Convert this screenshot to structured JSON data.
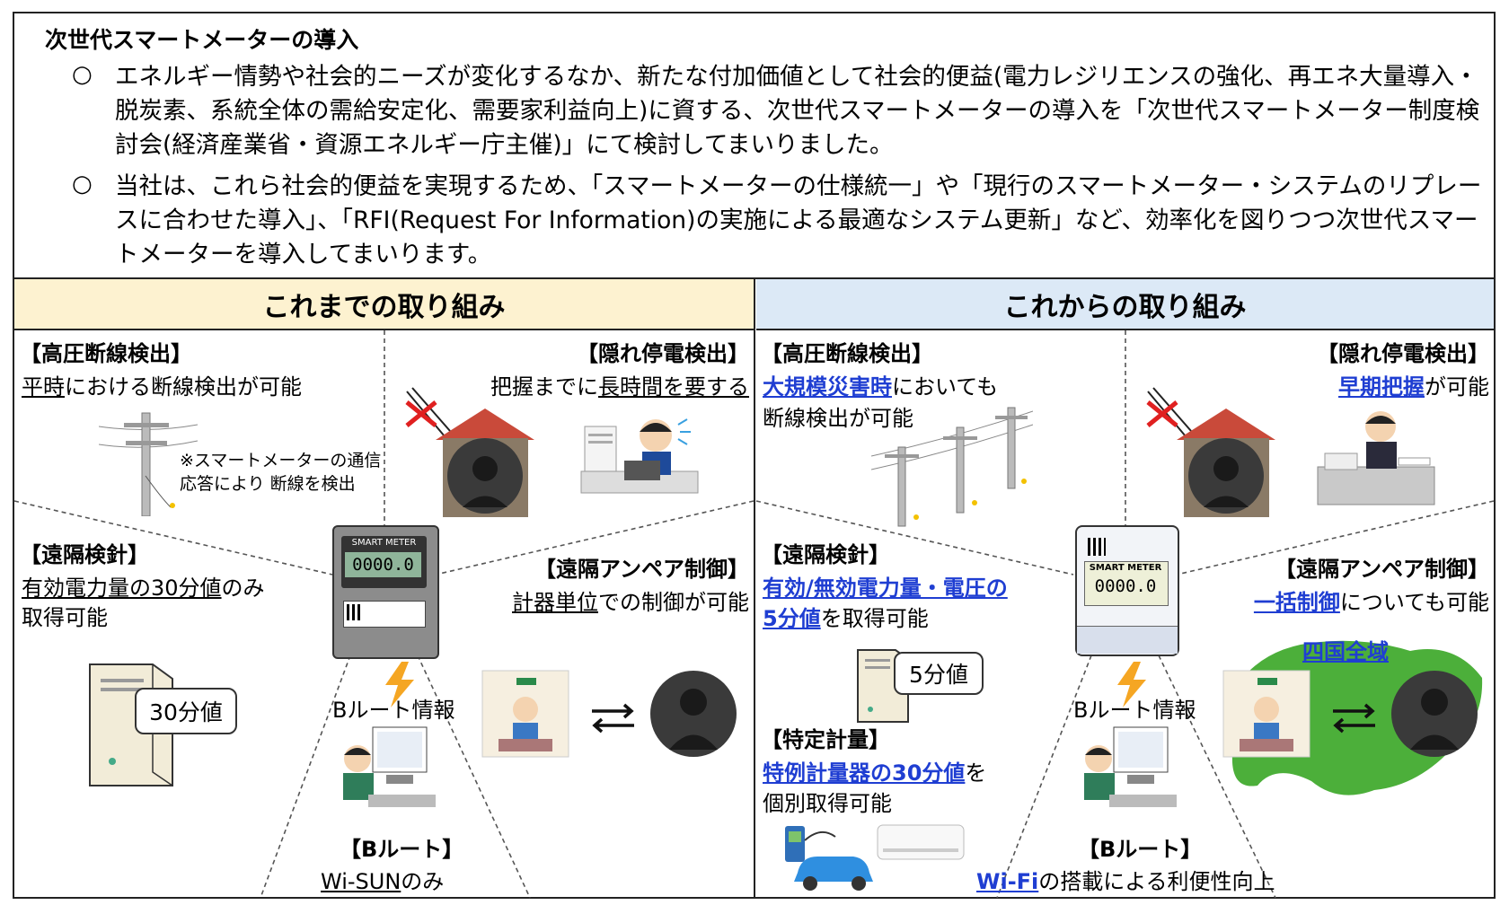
{
  "title": "次世代スマートメーターの導入",
  "bullets": [
    {
      "mark": "○",
      "text": "エネルギー情勢や社会的ニーズが変化するなか、新たな付加価値として社会的便益(電力レジリエンスの強化、再エネ大量導入・脱炭素、系統全体の需給安定化、需要家利益向上)に資する、次世代スマートメーターの導入を「次世代スマートメーター制度検討会(経済産業省・資源エネルギー庁主催)」にて検討してまいりました。"
    },
    {
      "mark": "○",
      "text": "当社は、これら社会的便益を実現するため、「スマートメーターの仕様統一」や「現行のスマートメーター・システムのリプレースに合わせた導入」、「RFI(Request For Information)の実施による最適なシステム更新」など、効率化を図りつつ次世代スマートメーターを導入してまいります。"
    }
  ],
  "left": {
    "header": "これまでの取り組み",
    "high_voltage": {
      "title": "【高圧断線検出】",
      "desc_u": "平時",
      "desc_rest": "における断線検出が可能",
      "note1": "※スマートメーターの通信",
      "note2": "応答により 断線を検出"
    },
    "hidden_outage": {
      "title": "【隠れ停電検出】",
      "desc_pre": "把握までに",
      "desc_u": "長時間を要する"
    },
    "remote_reading": {
      "title": "【遠隔検針】",
      "desc_u": "有効電力量の30分値",
      "desc_rest": "のみ",
      "desc2": "取得可能",
      "server_label": "30分値"
    },
    "remote_ampere": {
      "title": "【遠隔アンペア制御】",
      "desc_u": "計器単位",
      "desc_rest": "での制御が可能"
    },
    "meter": {
      "label": "SMART METER",
      "reading": "0000.0"
    },
    "b_route_info": "Bルート情報",
    "b_route": {
      "title": "【Bルート】",
      "desc_u": "Wi-SUN",
      "desc_rest": "のみ"
    }
  },
  "right": {
    "header": "これからの取り組み",
    "high_voltage": {
      "title": "【高圧断線検出】",
      "desc_blue": "大規模災害時",
      "desc_rest": "においても",
      "desc2": "断線検出が可能"
    },
    "hidden_outage": {
      "title": "【隠れ停電検出】",
      "desc_blue": "早期把握",
      "desc_rest": "が可能"
    },
    "remote_reading": {
      "title": "【遠隔検針】",
      "desc_blue1": "有効/無効電力量・電圧の",
      "desc_blue2": "5分値",
      "desc_rest": "を取得可能",
      "server_label": "5分値"
    },
    "specific_metering": {
      "title": "【特定計量】",
      "desc_blue": "特例計量器の30分値",
      "desc_rest": "を",
      "desc2": "個別取得可能"
    },
    "remote_ampere": {
      "title": "【遠隔アンペア制御】",
      "desc_blue": "一括制御",
      "desc_rest": "についても可能",
      "region": "四国全域"
    },
    "meter": {
      "label": "SMART METER",
      "reading": "0000.0"
    },
    "b_route_info": "Bルート情報",
    "b_route": {
      "title": "【Bルート】",
      "desc_blue": "Wi-Fi",
      "desc_rest": "の搭載による利便性向上"
    }
  },
  "colors": {
    "left_header_bg": "#fdf2d0",
    "right_header_bg": "#dce9f6",
    "accent_blue": "#1f3ed2",
    "lightning": "#f5a623",
    "map_green": "#4caf3a"
  }
}
